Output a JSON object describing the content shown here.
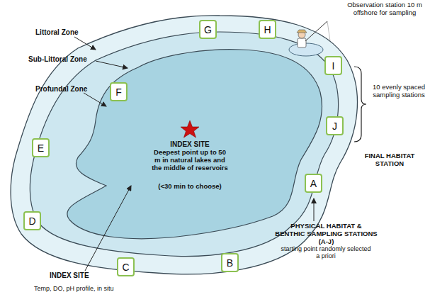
{
  "diagram": {
    "nodes": [
      {
        "text": [
          "A"
        ]
      },
      {
        "text": [
          "B"
        ]
      },
      {
        "text": [
          "C"
        ]
      },
      {
        "text": [
          "D"
        ]
      },
      {
        "text": [
          "E"
        ]
      },
      {
        "text": [
          "F"
        ]
      },
      {
        "text": [
          "G"
        ]
      },
      {
        "text": [
          "H"
        ]
      },
      {
        "text": [
          "I"
        ]
      },
      {
        "text": [
          "J"
        ]
      }
    ],
    "labels": [
      "Littoral Zone",
      "Sub-Littoral Zone",
      "Profundal Zone",
      "INDEX SITE",
      "Deepest point up to 50 m in natural lakes and the middle of reservoirs",
      "(<30 min to choose)",
      "INDEX SITE",
      "Temp, DO, pH profile, in situ",
      "Observation station 10 m offshore for sampling",
      "10 evenly spaced sampling stations",
      "FINAL HABITAT STATION",
      "PHYSICAL HABITAT & BENTHIC SAMPLING STATIONS (A-J)",
      "starting point randomly selected a priori"
    ]
  }
}
